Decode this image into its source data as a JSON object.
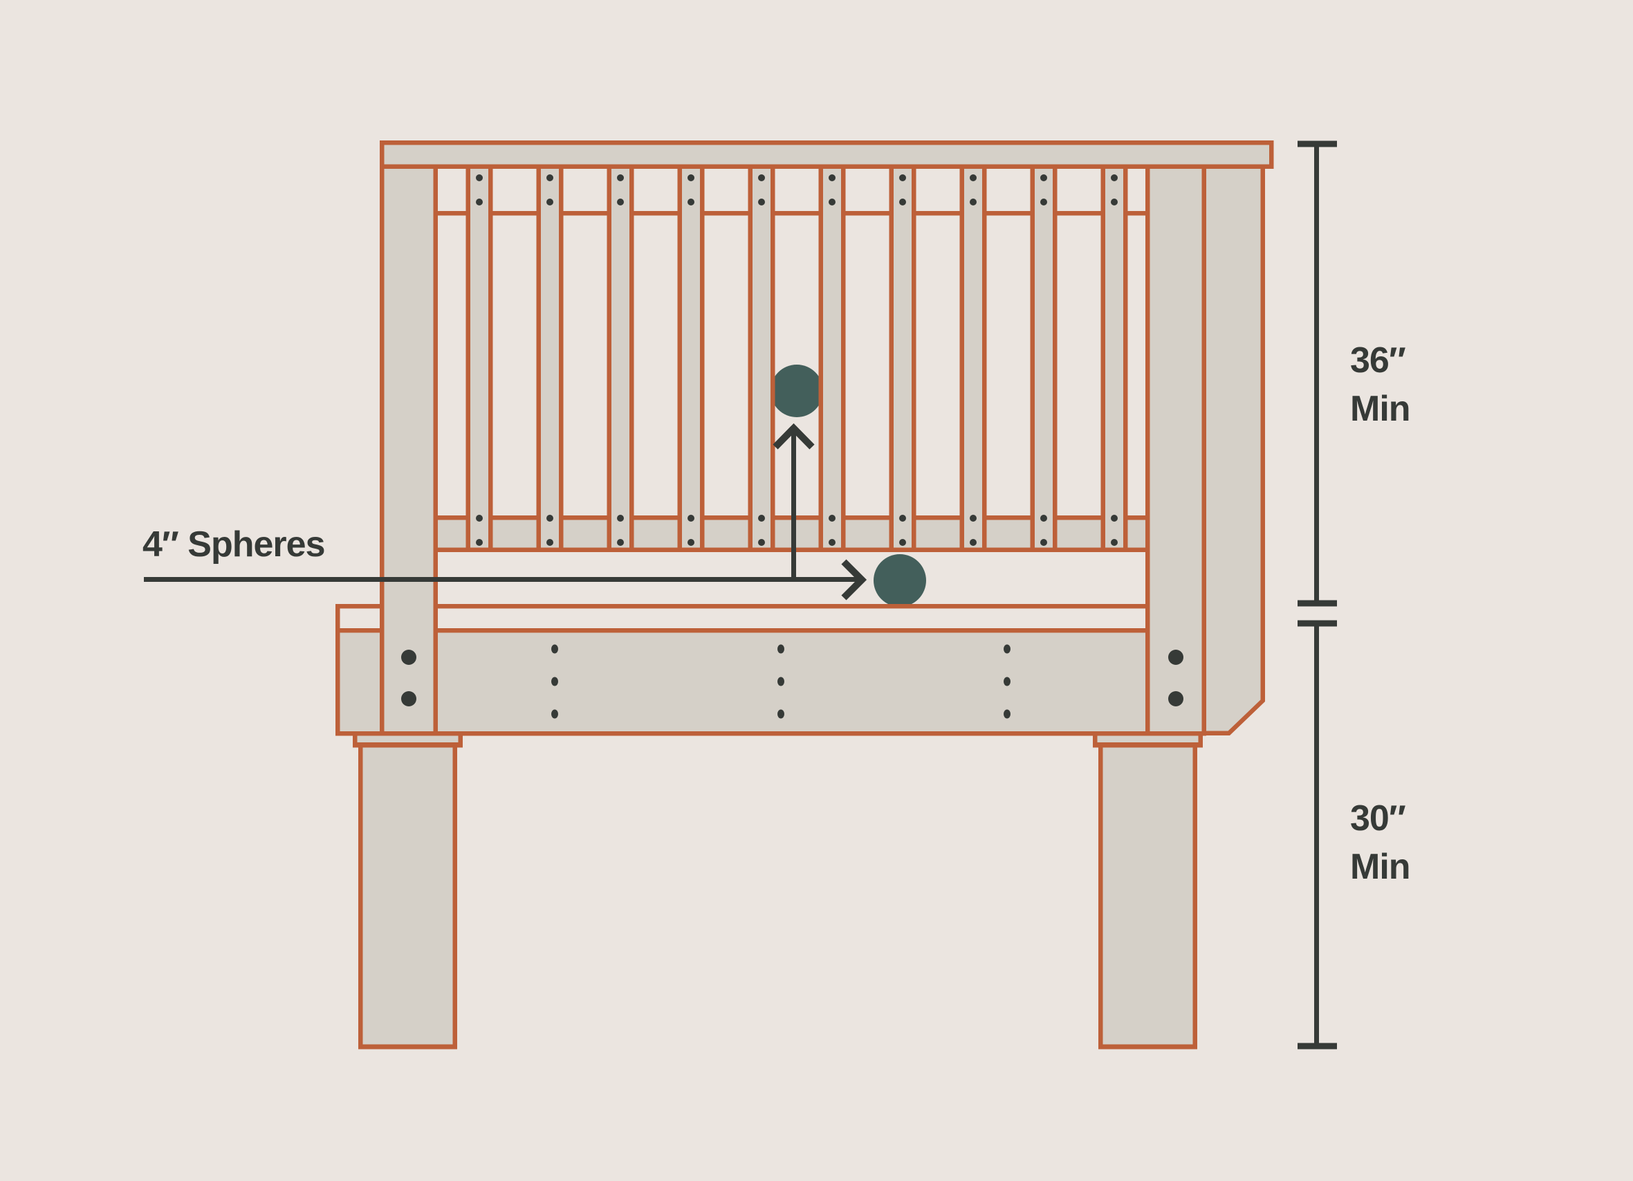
{
  "labels": {
    "spheres": "4″ Spheres",
    "top_dimension_value": "36″",
    "top_dimension_unit": "Min",
    "bottom_dimension_value": "30″",
    "bottom_dimension_unit": "Min"
  },
  "diagram": {
    "type": "deck-railing-safety-code-diagram",
    "baluster_count": 10,
    "deck_fastener_column_count": 3,
    "deck_fastener_dots_per_column": 3,
    "post_bolt_count_per_post": 2,
    "sphere_count": 2
  },
  "colors": {
    "bg": "#EBE5E0",
    "wood": "#D5D0C8",
    "outline": "#BD6039",
    "dark": "#363A37",
    "sphere": "#435F5B"
  }
}
